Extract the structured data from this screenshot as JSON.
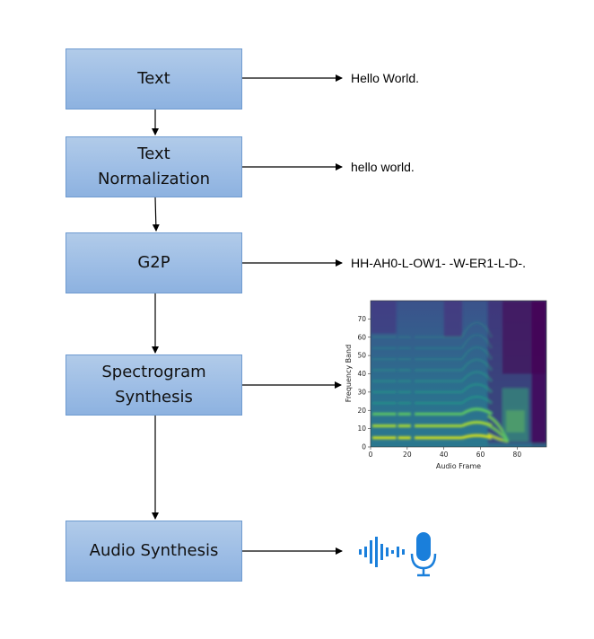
{
  "diagram": {
    "title": "Text-to-Speech Pipeline",
    "stages": [
      {
        "id": "text",
        "label": "Text",
        "output": "Hello World."
      },
      {
        "id": "text-normalization",
        "label": "Text Normalization",
        "label_lines": [
          "Text",
          "Normalization"
        ],
        "output": "hello world."
      },
      {
        "id": "g2p",
        "label": "G2P",
        "output": "HH-AH0-L-OW1- -W-ER1-L-D-."
      },
      {
        "id": "spectrogram-synthesis",
        "label": "Spectrogram Synthesis",
        "label_lines": [
          "Spectrogram",
          "Synthesis"
        ],
        "output": "spectrogram-image"
      },
      {
        "id": "audio-synthesis",
        "label": "Audio Synthesis",
        "output": "waveform-and-microphone-icons"
      }
    ],
    "colors": {
      "box_fill": "#9dbde5",
      "box_border": "#6f9bd0",
      "icon_blue": "#1a7fdb",
      "arrow": "#000000"
    },
    "icons": [
      "waveform-icon",
      "microphone-icon"
    ]
  },
  "spectrogram": {
    "xlabel": "Audio Frame",
    "ylabel": "Frequency Band",
    "xticks": [
      "0",
      "20",
      "40",
      "60",
      "80"
    ],
    "yticks": [
      "0",
      "10",
      "20",
      "30",
      "40",
      "50",
      "60",
      "70"
    ],
    "xlim": [
      0,
      96
    ],
    "ylim": [
      0,
      80
    ],
    "colormap": "viridis"
  }
}
